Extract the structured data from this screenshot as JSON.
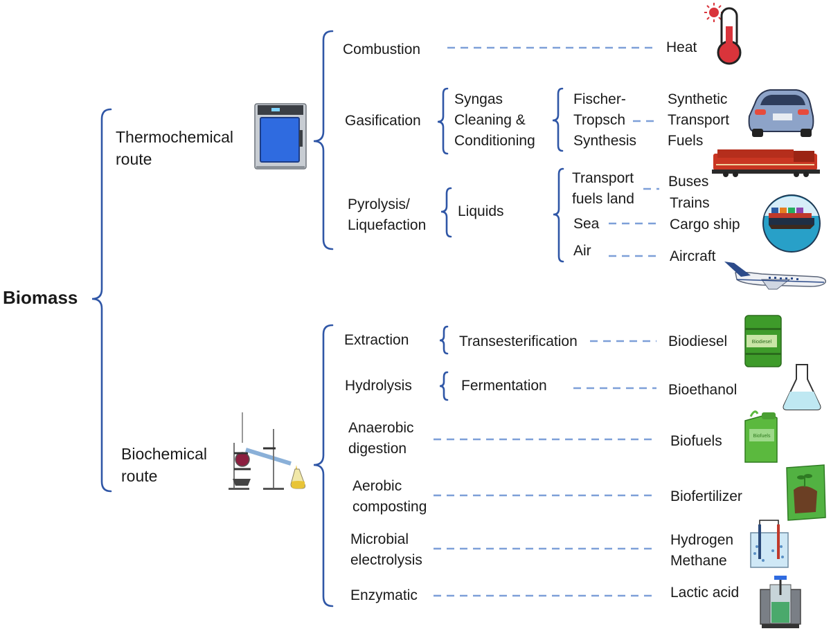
{
  "root": "Biomass",
  "thermochemical": {
    "route_label": "Thermochemical route",
    "combustion": "Combustion",
    "heat": "Heat",
    "gasification": "Gasification",
    "syngas": "Syngas Cleaning & Conditioning",
    "fischer_tropsch": "Fischer-Tropsch Synthesis",
    "synthetic_fuels": "Synthetic Transport Fuels",
    "pyrolysis": "Pyrolysis/ Liquefaction",
    "liquids": "Liquids",
    "transport_land": "Transport fuels land",
    "buses": "Buses",
    "trains": "Trains",
    "sea": "Sea",
    "cargo_ship": "Cargo ship",
    "air": "Air",
    "aircraft": "Aircraft"
  },
  "biochemical": {
    "route_label": "Biochemical route",
    "extraction": "Extraction",
    "transesterification": "Transesterification",
    "biodiesel": "Biodiesel",
    "barrel_label": "Biodiesel",
    "hydrolysis": "Hydrolysis",
    "fermentation": "Fermentation",
    "bioethanol": "Bioethanol",
    "anaerobic": "Anaerobic digestion",
    "biofuels": "Biofuels",
    "jerrycan_label": "Biofuels",
    "aerobic": "Aerobic composting",
    "biofertilizer": "Biofertilizer",
    "microbial": "Microbial electrolysis",
    "hydrogen": "Hydrogen",
    "methane": "Methane",
    "enzymatic": "Enzymatic",
    "lactic_acid": "Lactic acid"
  },
  "colors": {
    "brace": "#2f56a6",
    "dash": "#7d9fd8",
    "thermometer": "#d9343b",
    "oven": "#2f6be0",
    "barrel": "#3e9b2a"
  },
  "icons": [
    "thermometer-icon",
    "car-icon",
    "train-icon",
    "cargo-ship-icon",
    "aircraft-icon",
    "oven-icon",
    "distillation-icon",
    "barrel-icon",
    "flask-icon",
    "jerrycan-icon",
    "fertilizer-bag-icon",
    "electrolysis-cell-icon",
    "bioreactor-icon"
  ]
}
